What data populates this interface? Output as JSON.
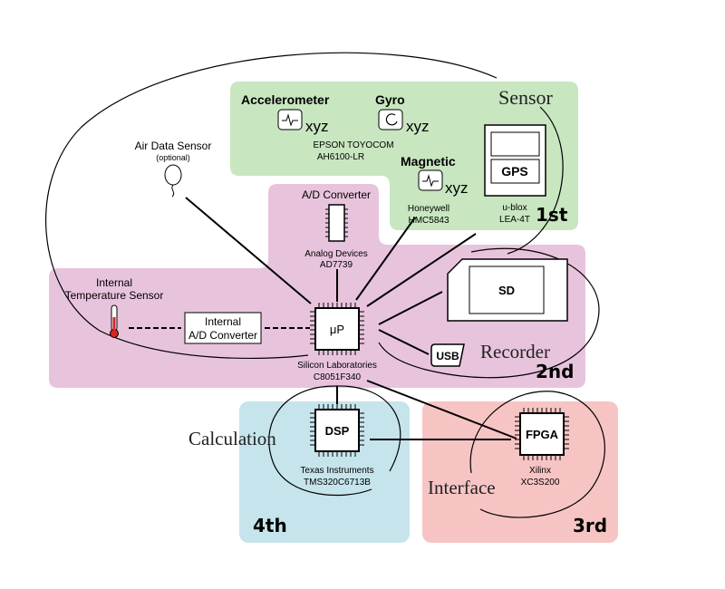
{
  "regions": {
    "sensor": {
      "title": "Sensor",
      "stage": "1st",
      "color": "#c8e6c0"
    },
    "recorder": {
      "title": "Recorder",
      "stage": "2nd",
      "color": "#e8c4dc"
    },
    "calculation": {
      "title": "Calculation",
      "stage": "4th",
      "color": "#c6e4ec"
    },
    "interface": {
      "title": "Interface",
      "stage": "3rd",
      "color": "#f7c4c4"
    }
  },
  "components": {
    "accelerometer": {
      "name": "Accelerometer",
      "axes": "xyz",
      "vendor": "EPSON TOYOCOM",
      "part": "AH6100-LR"
    },
    "gyro": {
      "name": "Gyro",
      "axes": "xyz"
    },
    "magnetic": {
      "name": "Magnetic",
      "axes": "xyz",
      "vendor": "Honeywell",
      "part": "HMC5843"
    },
    "gps": {
      "name": "GPS",
      "vendor": "u-blox",
      "part": "LEA-4T"
    },
    "air_data": {
      "name": "Air Data Sensor",
      "note": "(optional)"
    },
    "ad_converter": {
      "name": "A/D Converter",
      "vendor": "Analog Devices",
      "part": "AD7739"
    },
    "temp_sensor": {
      "line1": "Internal",
      "line2": "Temperature Sensor"
    },
    "internal_adc": {
      "line1": "Internal",
      "line2": "A/D Converter"
    },
    "mcu": {
      "name": "μP",
      "vendor": "Silicon Laboratories",
      "part": "C8051F340"
    },
    "sd": {
      "name": "SD"
    },
    "usb": {
      "name": "USB"
    },
    "dsp": {
      "name": "DSP",
      "vendor": "Texas Instruments",
      "part": "TMS320C6713B"
    },
    "fpga": {
      "name": "FPGA",
      "vendor": "Xilinx",
      "part": "XC3S200"
    }
  }
}
